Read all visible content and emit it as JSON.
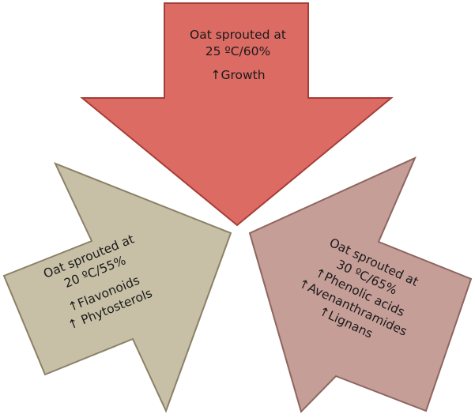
{
  "colors": {
    "top_arrow_fill": "#dc6b64",
    "top_arrow_stroke": "#a83c36",
    "left_arrow_fill": "#c7c0a6",
    "left_arrow_stroke": "#8a8166",
    "right_arrow_fill": "#c69e98",
    "right_arrow_stroke": "#8e6660"
  },
  "top_arrow": {
    "title_line1": "Oat sprouted at",
    "title_line2": "25 ºC/60%",
    "effects": [
      "↑Growth"
    ]
  },
  "left_arrow": {
    "title_line1": "Oat sprouted at",
    "title_line2": "20 ºC/55%",
    "effects": [
      "↑Flavonoids",
      "↑ Phytosterols"
    ]
  },
  "right_arrow": {
    "title_line1": "Oat sprouted at",
    "title_line2": "30 ºC/65%",
    "effects": [
      "↑Phenolic acids",
      "↑Avenanthramides",
      "↑Lignans"
    ]
  }
}
